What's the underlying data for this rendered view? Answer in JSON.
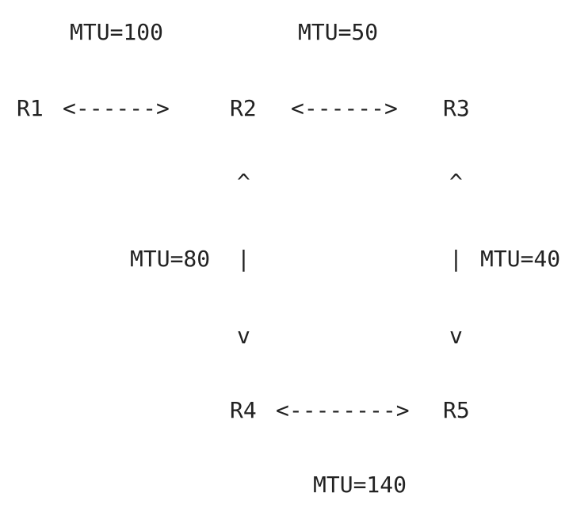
{
  "colors": {
    "text": "#222222",
    "background": "#ffffff"
  },
  "nodes": {
    "r1": "R1",
    "r2": "R2",
    "r3": "R3",
    "r4": "R4",
    "r5": "R5"
  },
  "links": {
    "r1_r2": {
      "mtu": "MTU=100",
      "arrow": "<------>"
    },
    "r2_r3": {
      "mtu": "MTU=50",
      "arrow": "<------>"
    },
    "r2_r4": {
      "mtu": "MTU=80",
      "arrow_up": "^",
      "bar": "|",
      "arrow_down": "v"
    },
    "r3_r5": {
      "mtu": "MTU=40",
      "arrow_up": "^",
      "bar": "|",
      "arrow_down": "v"
    },
    "r4_r5": {
      "mtu": "MTU=140",
      "arrow": "<-------->"
    }
  }
}
